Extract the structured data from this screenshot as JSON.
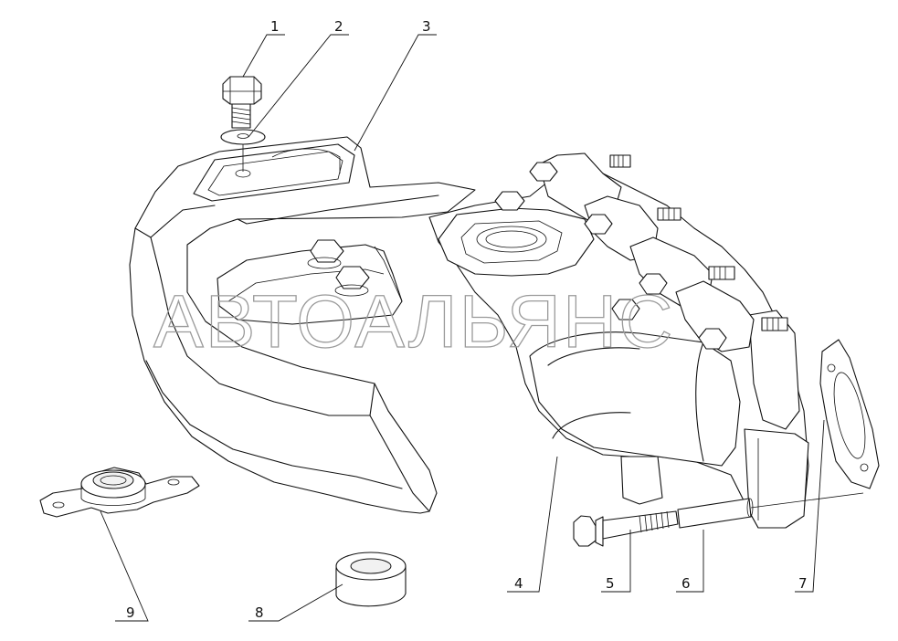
{
  "watermark": "АВТОАЛЬЯНС",
  "callouts": [
    {
      "label": "1",
      "part": "bolt"
    },
    {
      "label": "2",
      "part": "washer"
    },
    {
      "label": "3",
      "part": "heat-shield"
    },
    {
      "label": "4",
      "part": "exhaust-manifold"
    },
    {
      "label": "5",
      "part": "long-bolt"
    },
    {
      "label": "6",
      "part": "spacer-sleeve"
    },
    {
      "label": "7",
      "part": "gasket"
    },
    {
      "label": "8",
      "part": "rubber-bushing"
    },
    {
      "label": "9",
      "part": "mounting-flange"
    }
  ]
}
